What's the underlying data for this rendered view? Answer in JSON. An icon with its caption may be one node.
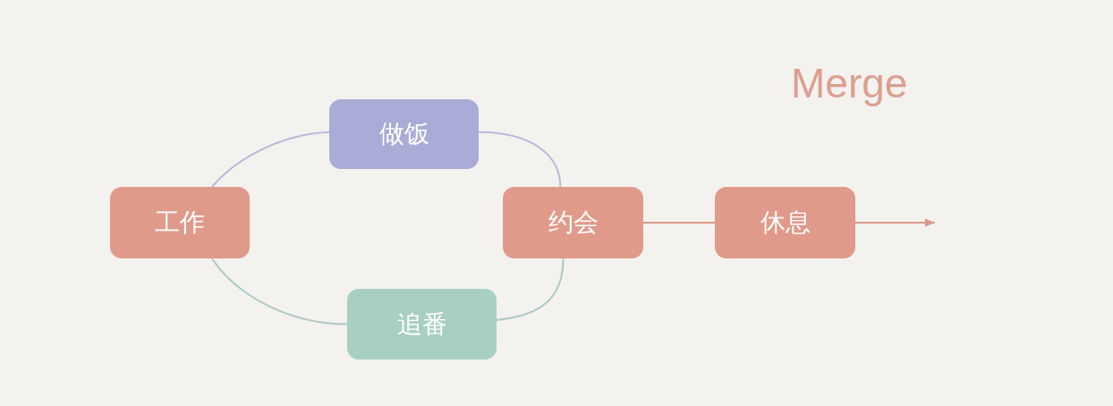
{
  "diagram": {
    "title": "Merge",
    "nodes": [
      {
        "text": [
          "工作"
        ]
      },
      {
        "text": [
          "做饭"
        ]
      },
      {
        "text": [
          "追番"
        ]
      },
      {
        "text": [
          "约会"
        ]
      },
      {
        "text": [
          "休息"
        ]
      }
    ],
    "edges": [
      {
        "from": 0,
        "to": 1,
        "arrow": "none",
        "color": "#b7b9da"
      },
      {
        "from": 1,
        "to": 3,
        "arrow": "none",
        "color": "#b7b9da"
      },
      {
        "from": 0,
        "to": 2,
        "arrow": "none",
        "color": "#aec9c3"
      },
      {
        "from": 2,
        "to": 3,
        "arrow": "none",
        "color": "#aec9c3"
      },
      {
        "from": 3,
        "to": 4,
        "arrow": "none",
        "color": "#d8998b"
      },
      {
        "from": 4,
        "to": null,
        "arrow": "to",
        "color": "#d8998b"
      }
    ]
  }
}
